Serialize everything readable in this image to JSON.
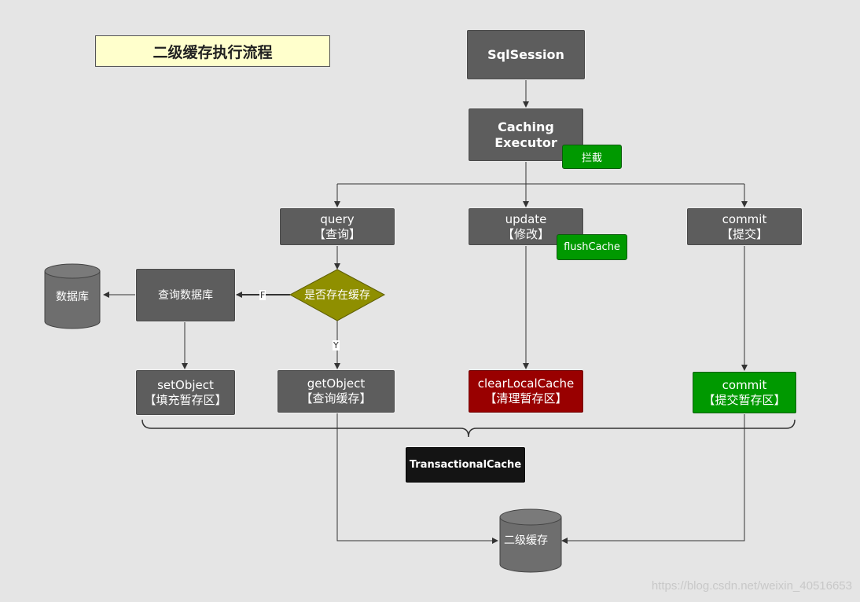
{
  "title": "二级缓存执行流程",
  "nodes": {
    "sqlsession": "SqlSession",
    "caching_executor": [
      "Caching",
      "Executor"
    ],
    "intercept_tag": "拦截",
    "query": [
      "query",
      "【查询】"
    ],
    "update": [
      "update",
      "【修改】"
    ],
    "flushcache_tag": "flushCache",
    "commit": [
      "commit",
      "【提交】"
    ],
    "decision": "是否存在缓存",
    "query_db": "查询数据库",
    "database": "数据库",
    "set_object": [
      "setObject",
      "【填充暂存区】"
    ],
    "get_object": [
      "getObject",
      "【查询缓存】"
    ],
    "clear_local_cache": [
      "clearLocalCache",
      "【清理暂存区】"
    ],
    "commit_tx": [
      "commit",
      "【提交暂存区】"
    ],
    "transactional_cache": "TransactionalCache",
    "second_level_cache": "二级缓存"
  },
  "edge_labels": {
    "false": "F",
    "yes": "Y"
  },
  "colors": {
    "node": "#5d5d5d",
    "green": "#009900",
    "red": "#990000",
    "decision": "#8f8f00",
    "title_bg": "#ffffcc",
    "dark": "#141414",
    "background": "#e5e5e5"
  },
  "watermark": "https://blog.csdn.net/weixin_40516653"
}
